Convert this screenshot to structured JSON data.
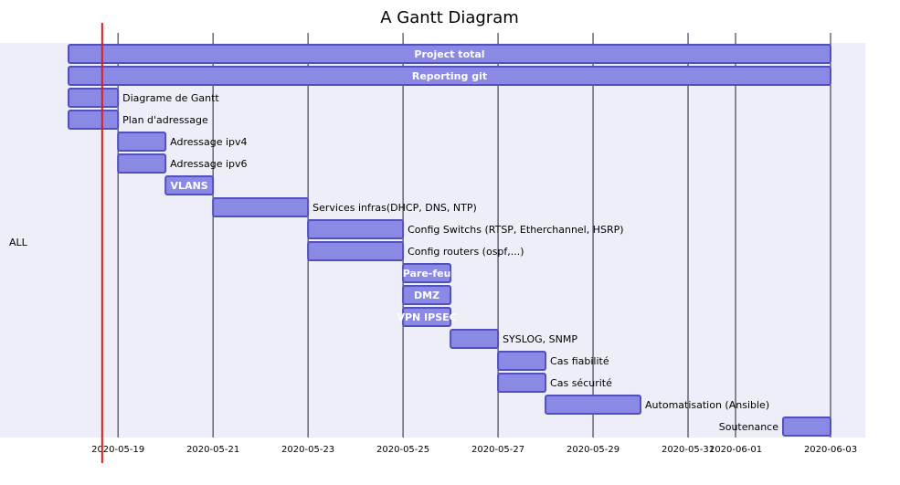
{
  "chart_data": {
    "type": "gantt",
    "title": "A Gantt Diagram",
    "section": "ALL",
    "x_range": [
      "2020-05-17T23:00",
      "2020-06-03T00:00"
    ],
    "ticks": [
      "2020-05-19",
      "2020-05-21",
      "2020-05-23",
      "2020-05-25",
      "2020-05-27",
      "2020-05-29",
      "2020-05-31",
      "2020-06-01",
      "2020-06-03"
    ],
    "today": "2020-05-18T16:00",
    "colors": {
      "bar": "#8a8ae6",
      "bar_border": "#534fbc",
      "section_band": "#eeeef8",
      "today_line": "#e01b1b"
    },
    "tasks": [
      {
        "name": "Project total",
        "start": "2020-05-17T23:00",
        "end": "2020-06-03T00:00",
        "label": "inside"
      },
      {
        "name": "Reporting git",
        "start": "2020-05-17T23:00",
        "end": "2020-06-03T00:00",
        "label": "inside"
      },
      {
        "name": "Diagrame de Gantt",
        "start": "2020-05-17T23:00",
        "end": "2020-05-19T00:00",
        "label": "right"
      },
      {
        "name": "Plan d'adressage",
        "start": "2020-05-17T23:00",
        "end": "2020-05-19T00:00",
        "label": "right"
      },
      {
        "name": "Adressage ipv4",
        "start": "2020-05-19T00:00",
        "end": "2020-05-20T00:00",
        "label": "right"
      },
      {
        "name": "Adressage ipv6",
        "start": "2020-05-19T00:00",
        "end": "2020-05-20T00:00",
        "label": "right"
      },
      {
        "name": "VLANS",
        "start": "2020-05-20T00:00",
        "end": "2020-05-21T00:00",
        "label": "inside"
      },
      {
        "name": "Services infras(DHCP, DNS, NTP)",
        "start": "2020-05-21T00:00",
        "end": "2020-05-23T00:00",
        "label": "right"
      },
      {
        "name": "Config Switchs (RTSP, Etherchannel, HSRP)",
        "start": "2020-05-23T00:00",
        "end": "2020-05-25T00:00",
        "label": "right"
      },
      {
        "name": "Config routers (ospf,...)",
        "start": "2020-05-23T00:00",
        "end": "2020-05-25T00:00",
        "label": "right"
      },
      {
        "name": "Pare-feu",
        "start": "2020-05-25T00:00",
        "end": "2020-05-26T00:00",
        "label": "inside"
      },
      {
        "name": "DMZ",
        "start": "2020-05-25T00:00",
        "end": "2020-05-26T00:00",
        "label": "inside"
      },
      {
        "name": "VPN IPSEC",
        "start": "2020-05-25T00:00",
        "end": "2020-05-26T00:00",
        "label": "inside"
      },
      {
        "name": "SYSLOG, SNMP",
        "start": "2020-05-26T00:00",
        "end": "2020-05-27T00:00",
        "label": "right"
      },
      {
        "name": "Cas fiabilité",
        "start": "2020-05-27T00:00",
        "end": "2020-05-28T00:00",
        "label": "right"
      },
      {
        "name": "Cas sécurité",
        "start": "2020-05-27T00:00",
        "end": "2020-05-28T00:00",
        "label": "right"
      },
      {
        "name": "Automatisation (Ansible)",
        "start": "2020-05-28T00:00",
        "end": "2020-05-30T00:00",
        "label": "right"
      },
      {
        "name": "Soutenance",
        "start": "2020-06-02T00:00",
        "end": "2020-06-03T00:00",
        "label": "left"
      }
    ]
  }
}
